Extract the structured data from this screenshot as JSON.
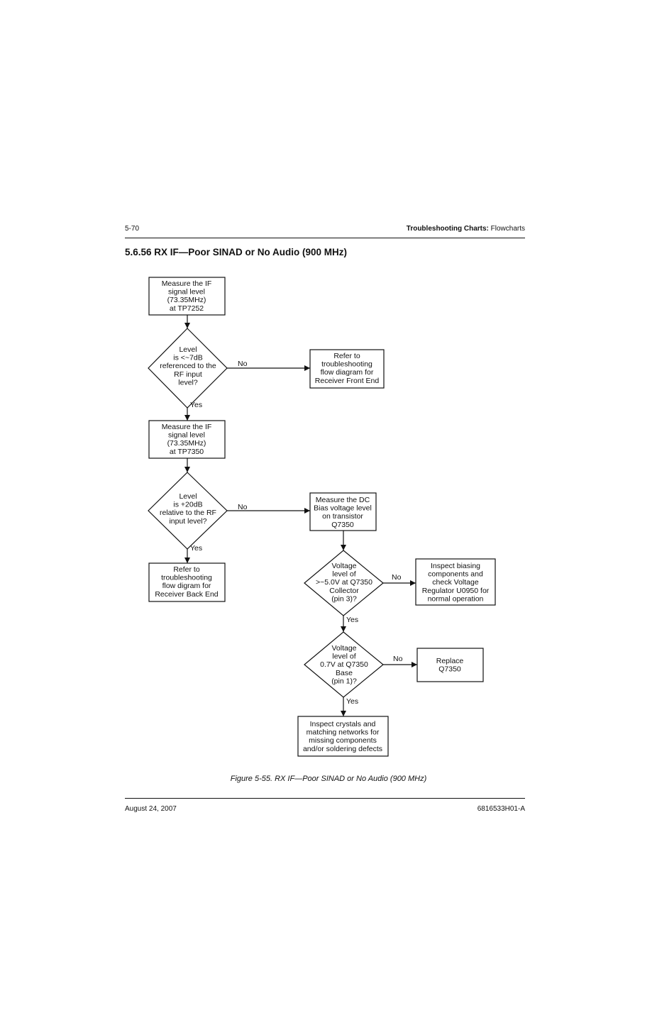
{
  "header": {
    "page_number": "5-70",
    "chapter_bold": "Troubleshooting Charts:",
    "chapter_rest": " Flowcharts"
  },
  "section": {
    "title": "5.6.56  RX IF—Poor SINAD or No Audio (900 MHz)"
  },
  "flowchart": {
    "nodes": {
      "measure_if_1": [
        "Measure the IF",
        "signal level",
        "(73.35MHz)",
        "at TP7252"
      ],
      "level_decision_1": [
        "Level",
        "is <~7dB",
        "referenced to the",
        "RF input",
        "level?"
      ],
      "refer_front_end": [
        "Refer to",
        "troubleshooting",
        "flow diagram for",
        "Receiver Front End"
      ],
      "measure_if_2": [
        "Measure the IF",
        "signal level",
        "(73.35MHz)",
        "at TP7350"
      ],
      "level_decision_2": [
        "Level",
        "is +20dB",
        "relative to the RF",
        "input level?"
      ],
      "measure_dc_bias": [
        "Measure the DC",
        "Bias voltage level",
        "on transistor",
        "Q7350"
      ],
      "refer_back_end": [
        "Refer to",
        "troubleshooting",
        "flow digram for",
        "Receiver Back End"
      ],
      "voltage_decision_1": [
        "Voltage",
        "level of",
        ">~5.0V at Q7350",
        "Collector",
        "(pin 3)?"
      ],
      "inspect_biasing": [
        "Inspect biasing",
        "components and",
        "check Voltage",
        "Regulator U0950 for",
        "normal operation"
      ],
      "voltage_decision_2": [
        "Voltage",
        "level of",
        "0.7V at Q7350",
        "Base",
        "(pin 1)?"
      ],
      "replace_q7350": [
        "Replace",
        "Q7350"
      ],
      "inspect_crystals": [
        "Inspect crystals and",
        "matching networks for",
        "missing components",
        "and/or soldering defects"
      ]
    },
    "edge_labels": {
      "yes": "Yes",
      "no": "No"
    }
  },
  "caption": "Figure 5-55.  RX IF—Poor SINAD or No Audio (900 MHz)",
  "footer": {
    "date": "August 24, 2007",
    "doc_number": "6816533H01-A"
  }
}
